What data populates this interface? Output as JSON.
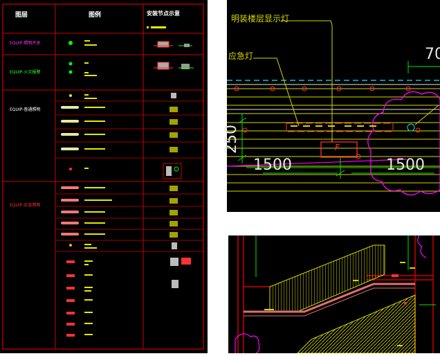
{
  "legend_table": {
    "headers": [
      "图层",
      "图例",
      "安装节点示意"
    ],
    "groups": [
      {
        "layer": "EQUIP-照明开关",
        "color": "#ff33ff"
      },
      {
        "layer": "EQUIP-火灾报警",
        "color": "#33ff33"
      },
      {
        "layer": "EQUIP-普通照明",
        "color": "#ffffff"
      },
      {
        "layer": "EQUIP-应急照明",
        "color": "#ff3333"
      }
    ]
  },
  "plan_detail": {
    "callout_floor_indicator": "明装楼层显示灯",
    "callout_emergency_light": "应急灯",
    "dim_top": "70",
    "dim_vertical": "250",
    "dim_left": "1500",
    "dim_right": "1500",
    "tag_F": "F"
  },
  "stair_detail": {},
  "colors": {
    "background": "#000000",
    "frame": "#d00000",
    "line_yellow": "#d8d800",
    "line_white": "#e6e6e6",
    "dim_green": "#00e600",
    "magenta": "#ff00ff",
    "cyan": "#00c8c8"
  }
}
